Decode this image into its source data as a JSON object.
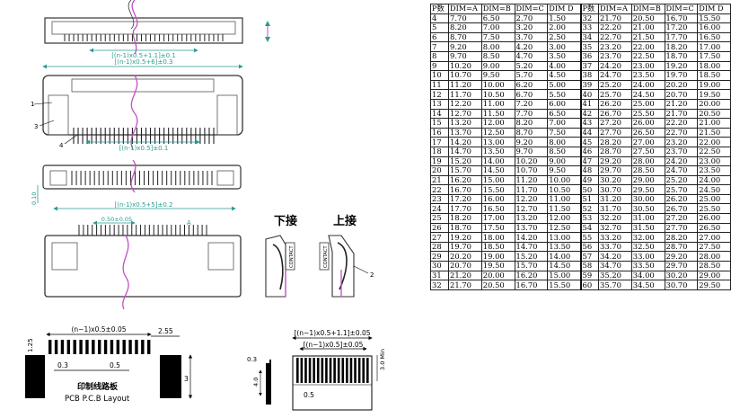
{
  "drawing": {
    "dims": {
      "top_pitch": "[(n-1)x0.5+1.1]±0.1",
      "mid_overall": "[(n-1)x0.5+6]±0.3",
      "mid_pitch": "[(n-1)x0.5]±0.1",
      "bot_pitch": "[(n-1)x0.5+5]±0.2",
      "bot_lead": "0.50±0.05",
      "side_thk": "0.10",
      "bottom_mark": "A"
    },
    "callouts": [
      "1",
      "3",
      "4",
      "2"
    ],
    "contact_down": {
      "title": "下接",
      "label": "CONTACT"
    },
    "contact_up": {
      "title": "上接",
      "label": "CONTACT"
    },
    "pcb": {
      "pitch": "(n−1)x0.5±0.05",
      "side": "2.55",
      "height": "1.25",
      "pad_w": "0.3",
      "pad_pitch": "0.5",
      "depth": "3",
      "title_cn": "印制线路板",
      "title_en": "PCB P.C.B Layout"
    },
    "fpc": {
      "outer": "[(n−1)x0.5+1.1]±0.05",
      "inner": "[(n−1)x0.5]±0.05",
      "min": "3.0 Min",
      "thk": "0.3",
      "len": "4.0",
      "pitch": "0.5"
    }
  },
  "table": {
    "headers": [
      "P数",
      "DIM=A",
      "DIM=B",
      "DIM=C",
      "DIM D",
      "P数",
      "DIM=A",
      "DIM=B",
      "DIM=C",
      "DIM D"
    ],
    "rows": [
      [
        "4",
        "7.70",
        "6.50",
        "2.70",
        "1.50",
        "32",
        "21.70",
        "20.50",
        "16.70",
        "15.50"
      ],
      [
        "5",
        "8.20",
        "7.00",
        "3.20",
        "2.00",
        "33",
        "22.20",
        "21.00",
        "17.20",
        "16.00"
      ],
      [
        "6",
        "8.70",
        "7.50",
        "3.70",
        "2.50",
        "34",
        "22.70",
        "21.50",
        "17.70",
        "16.50"
      ],
      [
        "7",
        "9.20",
        "8.00",
        "4.20",
        "3.00",
        "35",
        "23.20",
        "22.00",
        "18.20",
        "17.00"
      ],
      [
        "8",
        "9.70",
        "8.50",
        "4.70",
        "3.50",
        "36",
        "23.70",
        "22.50",
        "18.70",
        "17.50"
      ],
      [
        "9",
        "10.20",
        "9.00",
        "5.20",
        "4.00",
        "37",
        "24.20",
        "23.00",
        "19.20",
        "18.00"
      ],
      [
        "10",
        "10.70",
        "9.50",
        "5.70",
        "4.50",
        "38",
        "24.70",
        "23.50",
        "19.70",
        "18.50"
      ],
      [
        "11",
        "11.20",
        "10.00",
        "6.20",
        "5.00",
        "39",
        "25.20",
        "24.00",
        "20.20",
        "19.00"
      ],
      [
        "12",
        "11.70",
        "10.50",
        "6.70",
        "5.50",
        "40",
        "25.70",
        "24.50",
        "20.70",
        "19.50"
      ],
      [
        "13",
        "12.20",
        "11.00",
        "7.20",
        "6.00",
        "41",
        "26.20",
        "25.00",
        "21.20",
        "20.00"
      ],
      [
        "14",
        "12.70",
        "11.50",
        "7.70",
        "6.50",
        "42",
        "26.70",
        "25.50",
        "21.70",
        "20.50"
      ],
      [
        "15",
        "13.20",
        "12.00",
        "8.20",
        "7.00",
        "43",
        "27.20",
        "26.00",
        "22.20",
        "21.00"
      ],
      [
        "16",
        "13.70",
        "12.50",
        "8.70",
        "7.50",
        "44",
        "27.70",
        "26.50",
        "22.70",
        "21.50"
      ],
      [
        "17",
        "14.20",
        "13.00",
        "9.20",
        "8.00",
        "45",
        "28.20",
        "27.00",
        "23.20",
        "22.00"
      ],
      [
        "18",
        "14.70",
        "13.50",
        "9.70",
        "8.50",
        "46",
        "28.70",
        "27.50",
        "23.70",
        "22.50"
      ],
      [
        "19",
        "15.20",
        "14.00",
        "10.20",
        "9.00",
        "47",
        "29.20",
        "28.00",
        "24.20",
        "23.00"
      ],
      [
        "20",
        "15.70",
        "14.50",
        "10.70",
        "9.50",
        "48",
        "29.70",
        "28.50",
        "24.70",
        "23.50"
      ],
      [
        "21",
        "16.20",
        "15.00",
        "11.20",
        "10.00",
        "49",
        "30.20",
        "29.00",
        "25.20",
        "24.00"
      ],
      [
        "22",
        "16.70",
        "15.50",
        "11.70",
        "10.50",
        "50",
        "30.70",
        "29.50",
        "25.70",
        "24.50"
      ],
      [
        "23",
        "17.20",
        "16.00",
        "12.20",
        "11.00",
        "51",
        "31.20",
        "30.00",
        "26.20",
        "25.00"
      ],
      [
        "24",
        "17.70",
        "16.50",
        "12.70",
        "11.50",
        "52",
        "31.70",
        "30.50",
        "26.70",
        "25.50"
      ],
      [
        "25",
        "18.20",
        "17.00",
        "13.20",
        "12.00",
        "53",
        "32.20",
        "31.00",
        "27.20",
        "26.00"
      ],
      [
        "26",
        "18.70",
        "17.50",
        "13.70",
        "12.50",
        "54",
        "32.70",
        "31.50",
        "27.70",
        "26.50"
      ],
      [
        "27",
        "19.20",
        "18.00",
        "14.20",
        "13.00",
        "55",
        "33.20",
        "32.00",
        "28.20",
        "27.00"
      ],
      [
        "28",
        "19.70",
        "18.50",
        "14.70",
        "13.50",
        "56",
        "33.70",
        "32.50",
        "28.70",
        "27.50"
      ],
      [
        "29",
        "20.20",
        "19.00",
        "15.20",
        "14.00",
        "57",
        "34.20",
        "33.00",
        "29.20",
        "28.00"
      ],
      [
        "30",
        "20.70",
        "19.50",
        "15.70",
        "14.50",
        "58",
        "34.70",
        "33.50",
        "29.70",
        "28.50"
      ],
      [
        "31",
        "21.20",
        "20.00",
        "16.20",
        "15.00",
        "59",
        "35.20",
        "34.00",
        "30.20",
        "29.00"
      ],
      [
        "32",
        "21.70",
        "20.50",
        "16.70",
        "15.50",
        "60",
        "35.70",
        "34.50",
        "30.70",
        "29.50"
      ]
    ]
  }
}
